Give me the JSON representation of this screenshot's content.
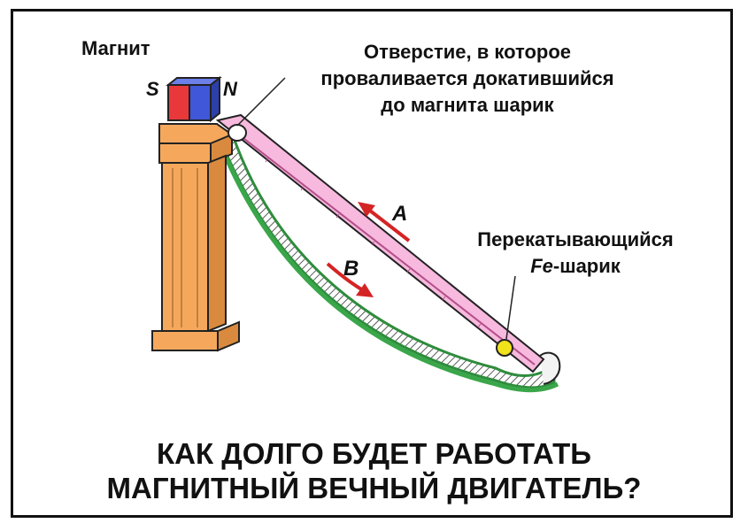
{
  "labels": {
    "magnet": "Магнит",
    "pole_s": "S",
    "pole_n": "N",
    "hole_line1": "Отверстие, в которое",
    "hole_line2": "проваливается докатившийся",
    "hole_line3": "до магнита шарик",
    "ball_line1": "Перекатывающийся",
    "ball_prefix": "Fe",
    "ball_suffix": "-шарик",
    "arrow_a": "A",
    "arrow_b": "B"
  },
  "title": {
    "line1": "КАК ДОЛГО БУДЕТ РАБОТАТЬ",
    "line2": "МАГНИТНЫЙ ВЕЧНЫЙ ДВИГАТЕЛЬ?"
  },
  "colors": {
    "pillar": "#f5a85c",
    "magnet_south": "#e8383a",
    "magnet_north": "#3f57d8",
    "upper_ramp": "#f7b9dd",
    "lower_track": "#3aa64a",
    "ball": "#f2e21a",
    "arrow": "#d42424"
  },
  "icons": {
    "ball": "iron-ball-icon",
    "magnet": "magnet-icon"
  }
}
